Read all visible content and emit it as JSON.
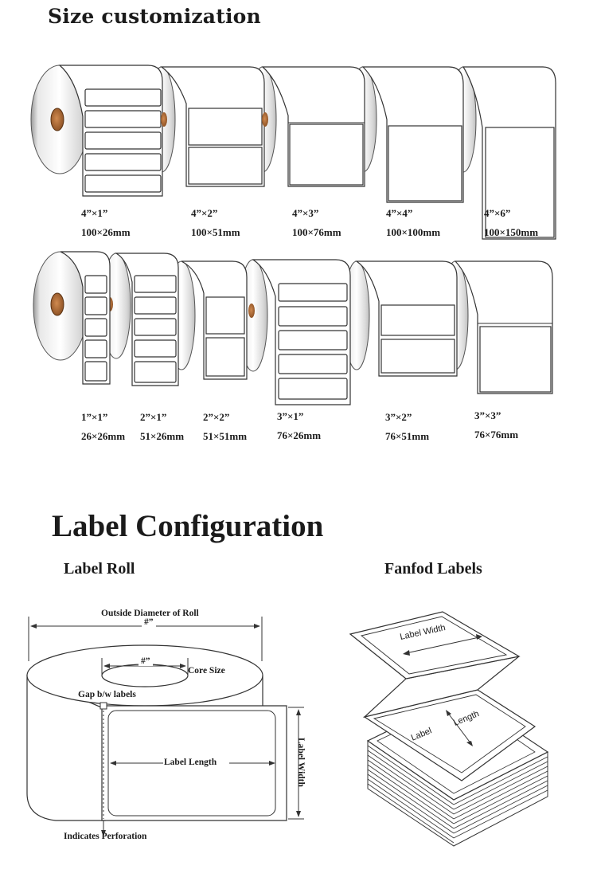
{
  "size_section": {
    "title": "Size customization",
    "row1": [
      {
        "inch": "4”×1”",
        "mm": "100×26mm"
      },
      {
        "inch": "4”×2”",
        "mm": "100×51mm"
      },
      {
        "inch": "4”×3”",
        "mm": "100×76mm"
      },
      {
        "inch": "4”×4”",
        "mm": "100×100mm"
      },
      {
        "inch": "4”×6”",
        "mm": "100×150mm"
      }
    ],
    "row2": [
      {
        "inch": "1”×1”",
        "mm": "26×26mm"
      },
      {
        "inch": "2”×1”",
        "mm": "51×26mm"
      },
      {
        "inch": "2”×2”",
        "mm": "51×51mm"
      },
      {
        "inch": "3”×1”",
        "mm": "76×26mm"
      },
      {
        "inch": "3”×2”",
        "mm": "76×51mm"
      },
      {
        "inch": "3”×3”",
        "mm": "76×76mm"
      }
    ]
  },
  "config_section": {
    "title": "Label Configuration",
    "roll_title": "Label Roll",
    "fanfold_title": "Fanfod Labels",
    "roll": {
      "outside_diameter": "Outside Diameter of Roll",
      "outside_hash": "#”",
      "core_hash": "#”",
      "core_size": "Core Size",
      "gap": "Gap b/w labels",
      "label_length": "Label Length",
      "label_width": "Label Width",
      "perforation": "Indicates Perforation"
    },
    "fanfold": {
      "label_width": "Label Width",
      "label": "Label",
      "length": "Length"
    }
  },
  "colors": {
    "core": "#b06a35",
    "line": "#2a2a2a",
    "roll_shade": "#d6d6d6"
  }
}
